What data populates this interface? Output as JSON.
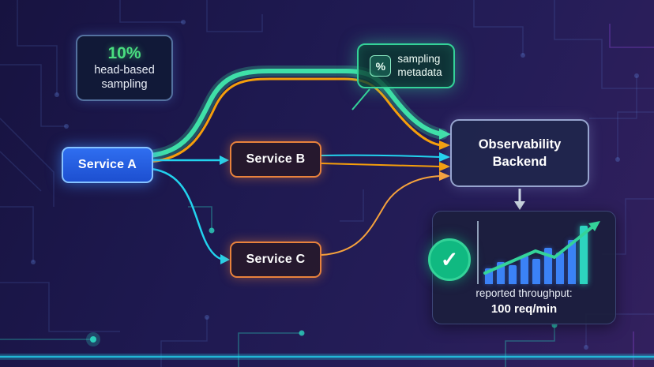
{
  "diagram": {
    "sampling_note": {
      "rate": "10%",
      "line1": "head-based",
      "line2": "sampling"
    },
    "metadata_badge": {
      "icon": "%",
      "line1": "sampling",
      "line2": "metadata"
    },
    "services": {
      "a": "Service A",
      "b": "Service B",
      "c": "Service C"
    },
    "backend": {
      "line1": "Observability",
      "line2": "Backend"
    },
    "throughput": {
      "check_icon": "✓",
      "label": "reported throughput:",
      "value": "100 req/min",
      "chart": {
        "type": "bar",
        "bars": [
          20,
          28,
          24,
          36,
          32,
          46,
          40,
          56,
          74
        ]
      }
    }
  },
  "colors": {
    "sampled_flow_green": "#34d399",
    "trace_orange": "#f59e0b",
    "service_blue": "#3b82f6",
    "link_teal": "#22d3ee",
    "background_navy": "#1e1950"
  }
}
